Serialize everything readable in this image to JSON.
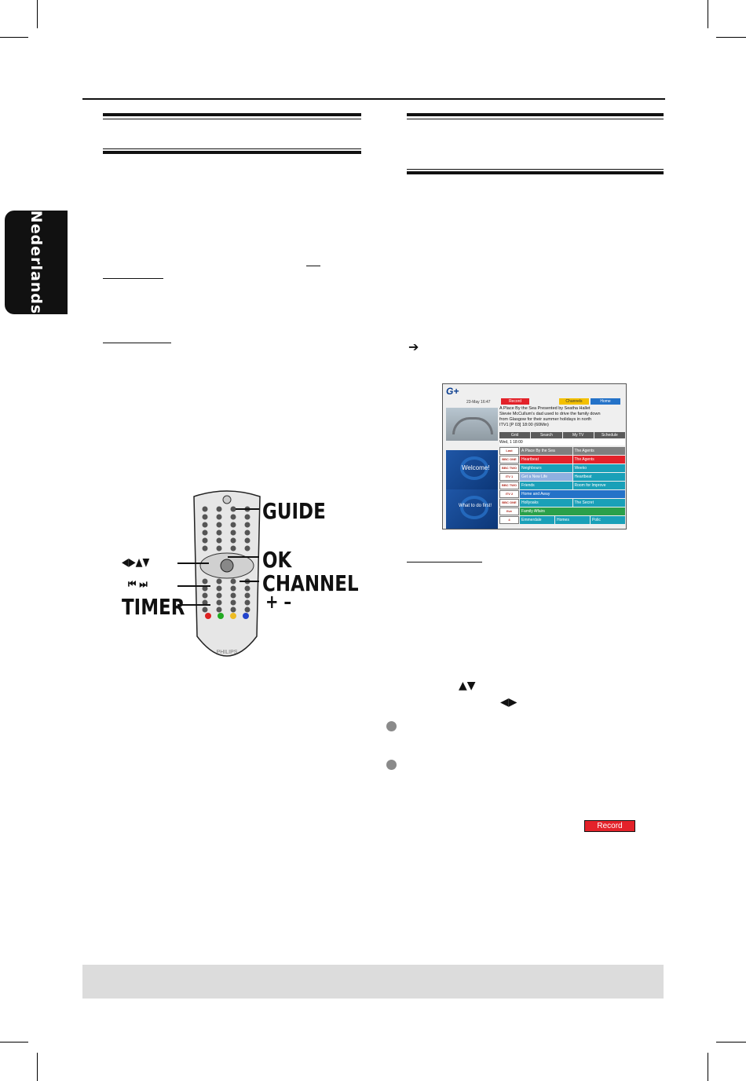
{
  "sidebar": {
    "language": "Nederlands"
  },
  "remote_callouts": {
    "guide": "GUIDE",
    "ok": "OK",
    "channel": "CHANNEL",
    "channel_signs": "+ –",
    "timer": "TIMER",
    "arrows": "◀▶▲▼",
    "skip": "⏮  ⏭"
  },
  "remote_labels": {
    "brand": "PHILIPS"
  },
  "right_column": {
    "result_arrow": "➔",
    "arrows_updown": "▲▼",
    "arrows_leftright": "◀▶",
    "record_badge": "Record"
  },
  "guide_screen": {
    "date": "23-May 16:47",
    "buttons": [
      {
        "label": "Record",
        "color": "#e3222a"
      },
      {
        "label": "Channels",
        "color": "#f3c000"
      },
      {
        "label": "Home",
        "color": "#2472c8"
      }
    ],
    "info_lines": [
      "A Place By the Sea  Presented by Seatha Hallet",
      "Stevie McCullum's dad used to drive the family down",
      "from Glasgow for their summer holidays in north",
      "ITV1        [P 03]       18:00 (60Min)"
    ],
    "tabs": [
      "Grid",
      "Search",
      "My TV",
      "Schedule"
    ],
    "time_row": "Wed, 1  18:00",
    "panel_welcome": "Welcome!",
    "panel_first": "What to do first!",
    "rows": [
      {
        "logo": "Last Channel",
        "progs": [
          {
            "t": "A Place By the Sea",
            "c": "#7f7f7f"
          },
          {
            "t": "The Agents",
            "c": "#7f7f7f"
          }
        ]
      },
      {
        "logo": "BBC ONE",
        "progs": [
          {
            "t": "Heartbeat",
            "c": "#e3222a"
          },
          {
            "t": "The Agents",
            "c": "#e3222a"
          }
        ]
      },
      {
        "logo": "BBC TWO",
        "progs": [
          {
            "t": "Neighbours",
            "c": "#1aa0b8"
          },
          {
            "t": "Weeko",
            "c": "#1aa0b8"
          }
        ]
      },
      {
        "logo": "ITV 1",
        "progs": [
          {
            "t": "Get a New Life",
            "c": "#8fb0e0"
          },
          {
            "t": "Heartbeat",
            "c": "#1aa0b8"
          }
        ]
      },
      {
        "logo": "BBC TWO",
        "progs": [
          {
            "t": "Friends",
            "c": "#1aa0b8"
          },
          {
            "t": "Room for Improve",
            "c": "#1aa0b8"
          }
        ]
      },
      {
        "logo": "ITV 2",
        "progs": [
          {
            "t": "Home and Away",
            "c": "#2472c8"
          }
        ]
      },
      {
        "logo": "BBC ONE",
        "progs": [
          {
            "t": "Hollyoaks",
            "c": "#1aa0b8"
          },
          {
            "t": "The Secret",
            "c": "#1aa0b8"
          }
        ]
      },
      {
        "logo": "five",
        "progs": [
          {
            "t": "Family Affairs",
            "c": "#2aa04a"
          }
        ]
      },
      {
        "logo": "4",
        "progs": [
          {
            "t": "Emmerdale",
            "c": "#1aa0b8"
          },
          {
            "t": "Homes",
            "c": "#1aa0b8"
          },
          {
            "t": "Polic",
            "c": "#1aa0b8"
          }
        ]
      }
    ]
  }
}
